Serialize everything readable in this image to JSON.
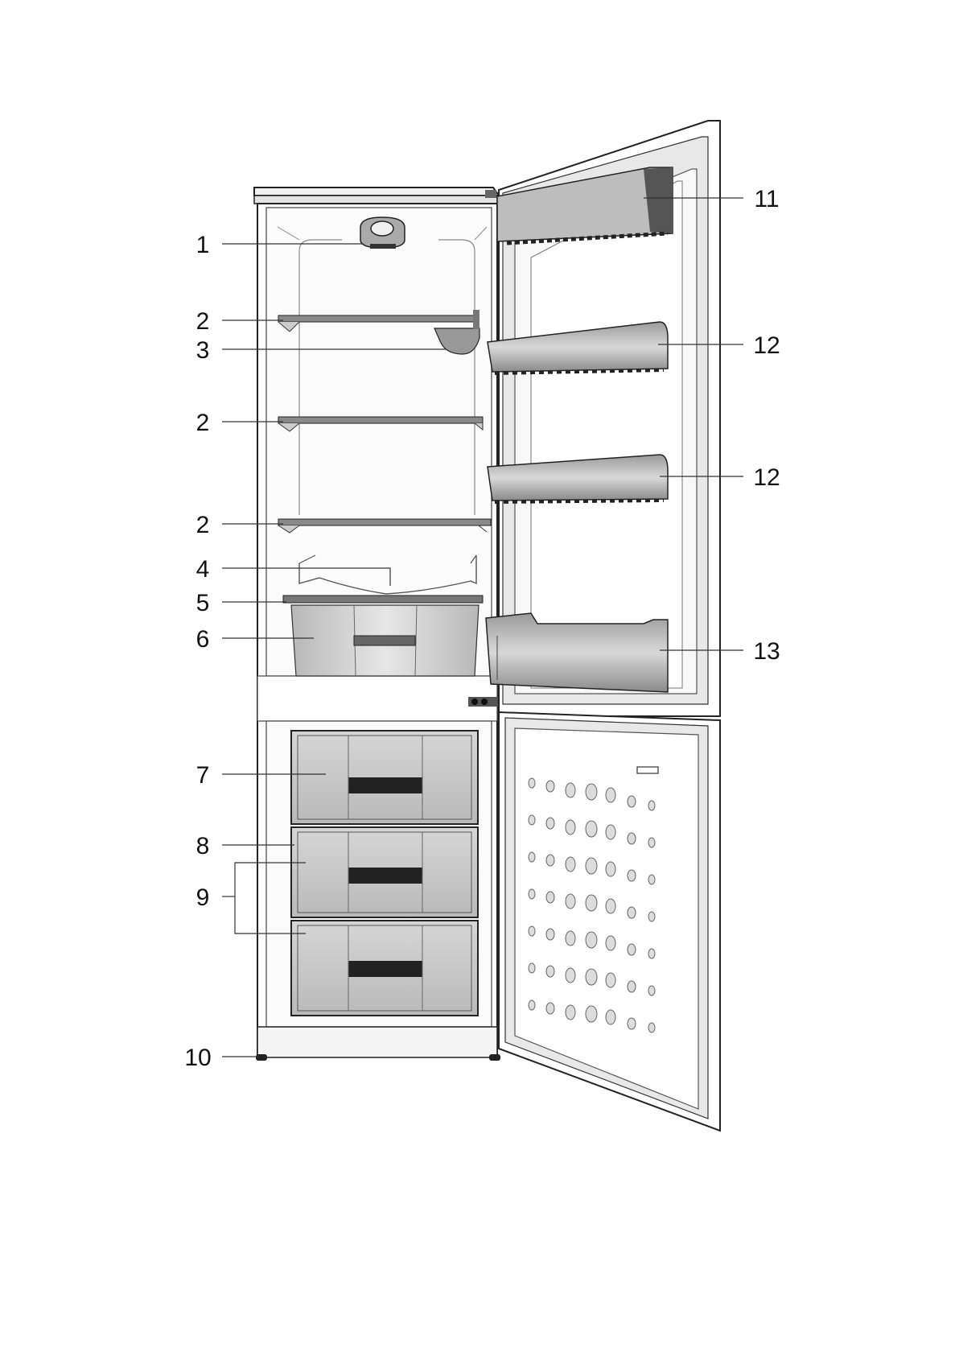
{
  "diagram": {
    "callouts": [
      {
        "id": "c1",
        "label": "1"
      },
      {
        "id": "c2a",
        "label": "2"
      },
      {
        "id": "c3",
        "label": "3"
      },
      {
        "id": "c2b",
        "label": "2"
      },
      {
        "id": "c2c",
        "label": "2"
      },
      {
        "id": "c4",
        "label": "4"
      },
      {
        "id": "c5",
        "label": "5"
      },
      {
        "id": "c6",
        "label": "6"
      },
      {
        "id": "c7",
        "label": "7"
      },
      {
        "id": "c8",
        "label": "8"
      },
      {
        "id": "c9",
        "label": "9"
      },
      {
        "id": "c10",
        "label": "10"
      },
      {
        "id": "c11",
        "label": "11"
      },
      {
        "id": "c12a",
        "label": "12"
      },
      {
        "id": "c12b",
        "label": "12"
      },
      {
        "id": "c13",
        "label": "13"
      }
    ]
  }
}
